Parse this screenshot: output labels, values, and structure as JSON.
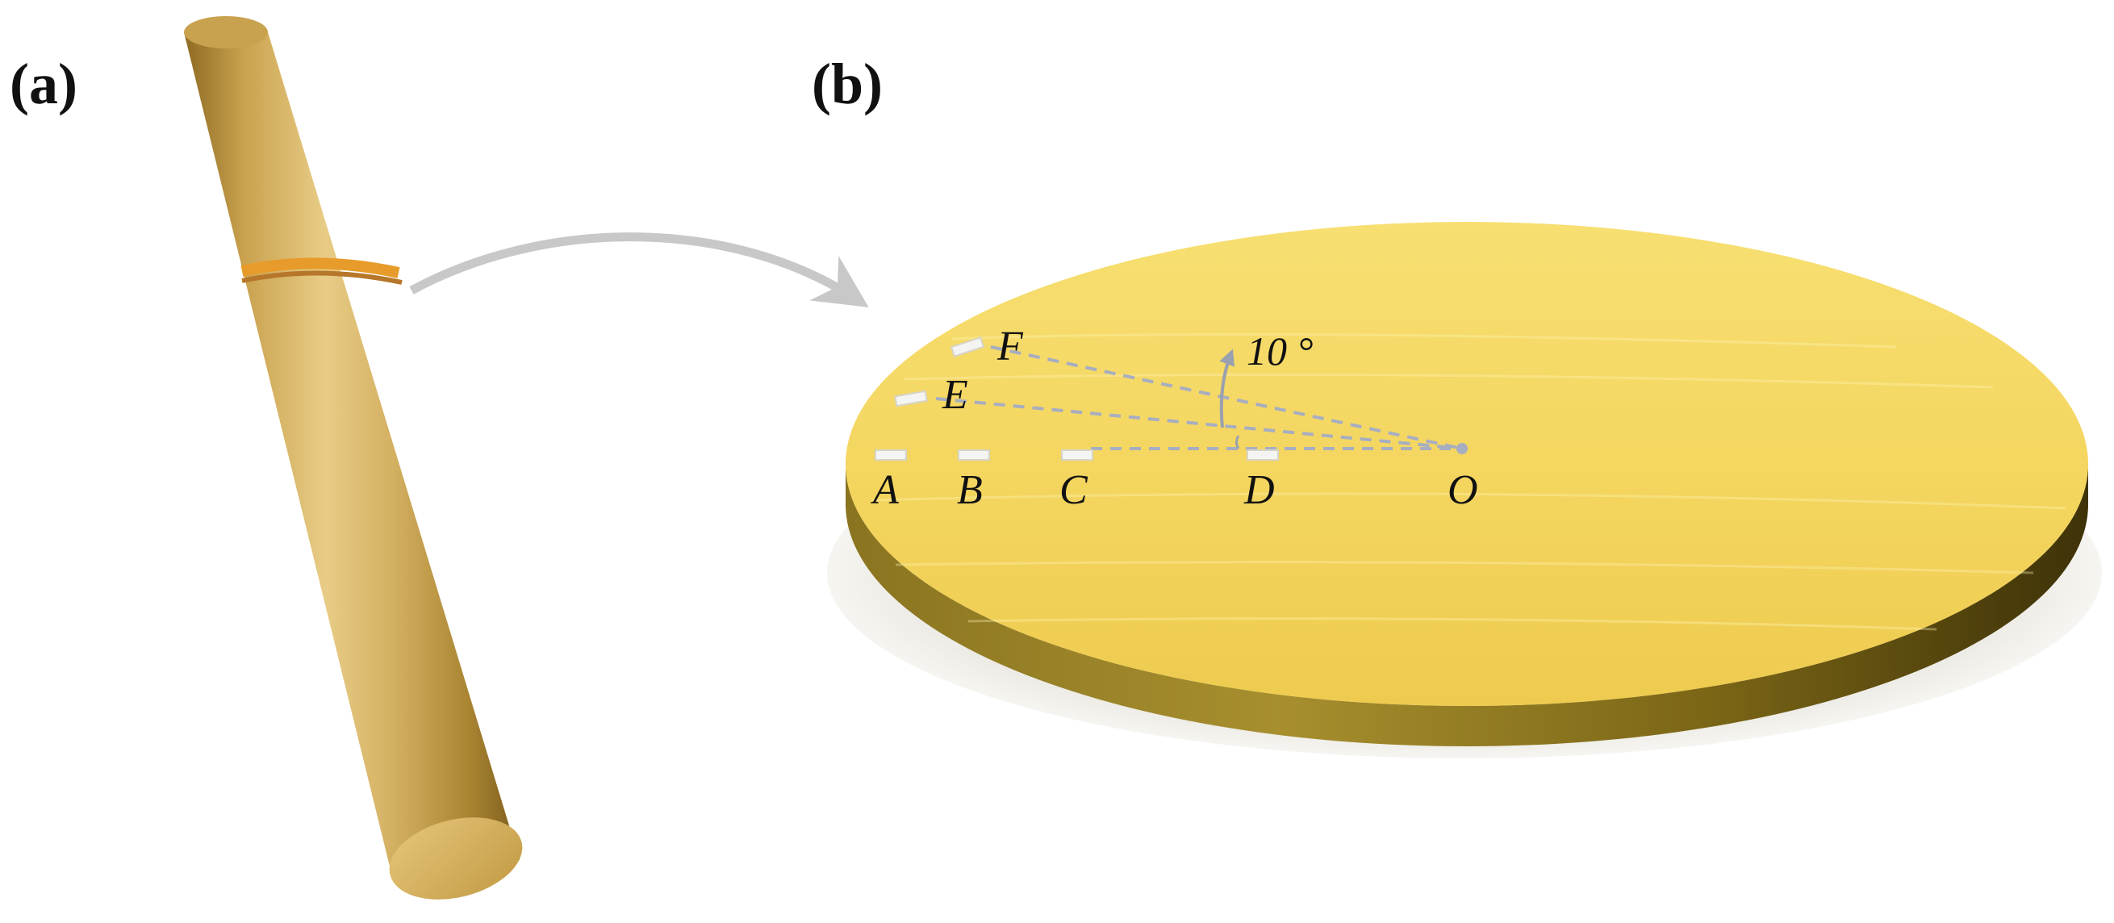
{
  "panels": {
    "a": {
      "label": "(a)"
    },
    "b": {
      "label": "(b)"
    }
  },
  "angle": {
    "label": "10 °"
  },
  "points": [
    {
      "id": "A",
      "label": "A"
    },
    {
      "id": "B",
      "label": "B"
    },
    {
      "id": "C",
      "label": "C"
    },
    {
      "id": "D",
      "label": "D"
    },
    {
      "id": "E",
      "label": "E"
    },
    {
      "id": "F",
      "label": "F"
    },
    {
      "id": "O",
      "label": "O"
    }
  ],
  "colors": {
    "rod_gold": "#c9a24a",
    "disk_top": "#f3d35e",
    "disk_edge": "#6b5a14",
    "arrow_gray": "#c8c8c8",
    "guide_dash": "#a7aec0",
    "sample_white": "#f4f4f2"
  }
}
